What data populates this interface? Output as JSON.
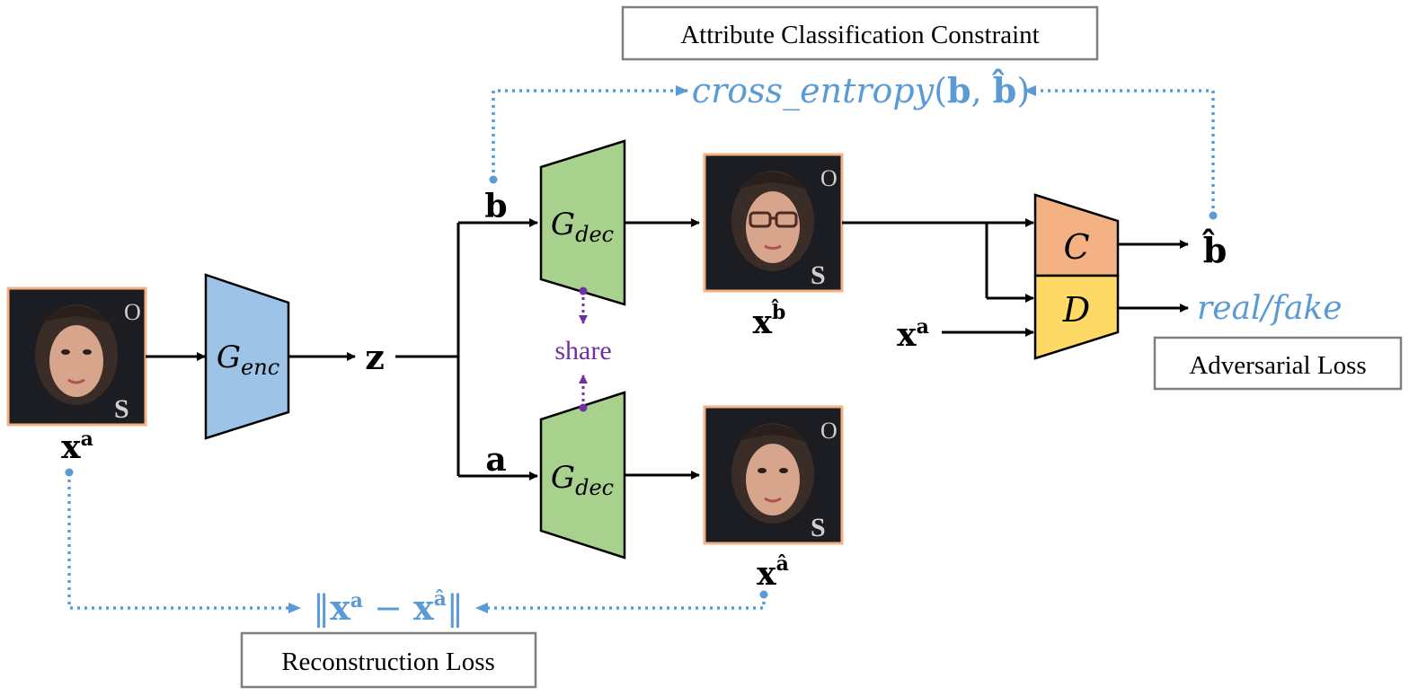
{
  "boxes": {
    "attr_constraint": "Attribute Classification Constraint",
    "adversarial": "Adversarial Loss",
    "reconstruction": "Reconstruction Loss"
  },
  "modules": {
    "encoder": {
      "base": "G",
      "sub": "enc"
    },
    "decoder_top": {
      "base": "G",
      "sub": "dec"
    },
    "decoder_bottom": {
      "base": "G",
      "sub": "dec"
    },
    "classifier": "C",
    "discriminator": "D"
  },
  "labels": {
    "z": "z",
    "b": "b",
    "a": "a",
    "share": "share",
    "b_hat": "b̂",
    "x_base": "x",
    "sup_a": "a",
    "sup_b_hat": "b̂",
    "sup_a_hat": "â",
    "real_fake": "real/fake"
  },
  "formulas": {
    "cross_entropy_text": "cross_entropy",
    "cross_entropy_open": "(",
    "cross_entropy_b": "b",
    "cross_entropy_comma": ", ",
    "cross_entropy_bhat": "b̂",
    "cross_entropy_close": ")",
    "recon_open": "‖",
    "recon_x1": "x",
    "recon_sup1": "a",
    "recon_minus": " − ",
    "recon_x2": "x",
    "recon_sup2": "â",
    "recon_close": "‖"
  },
  "colors": {
    "encoder": "#9dc3e6",
    "decoder": "#a9d18e",
    "classifier": "#f4b183",
    "discriminator": "#ffd966",
    "loss_blue": "#5b9bd5",
    "share_purple": "#7030a0",
    "face_border": "#f4b183"
  },
  "icons": {
    "faces": [
      "face-photo-icon",
      "face-with-glasses-photo-icon"
    ]
  }
}
